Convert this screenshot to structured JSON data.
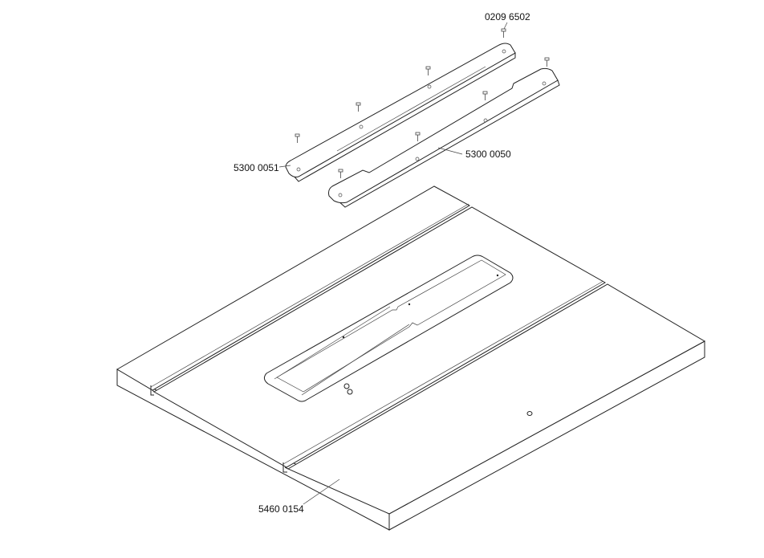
{
  "labels": {
    "screw": "0209 6502",
    "rail_left": "5300 0051",
    "rail_right": "5300 0050",
    "table_top": "5460 0154"
  }
}
